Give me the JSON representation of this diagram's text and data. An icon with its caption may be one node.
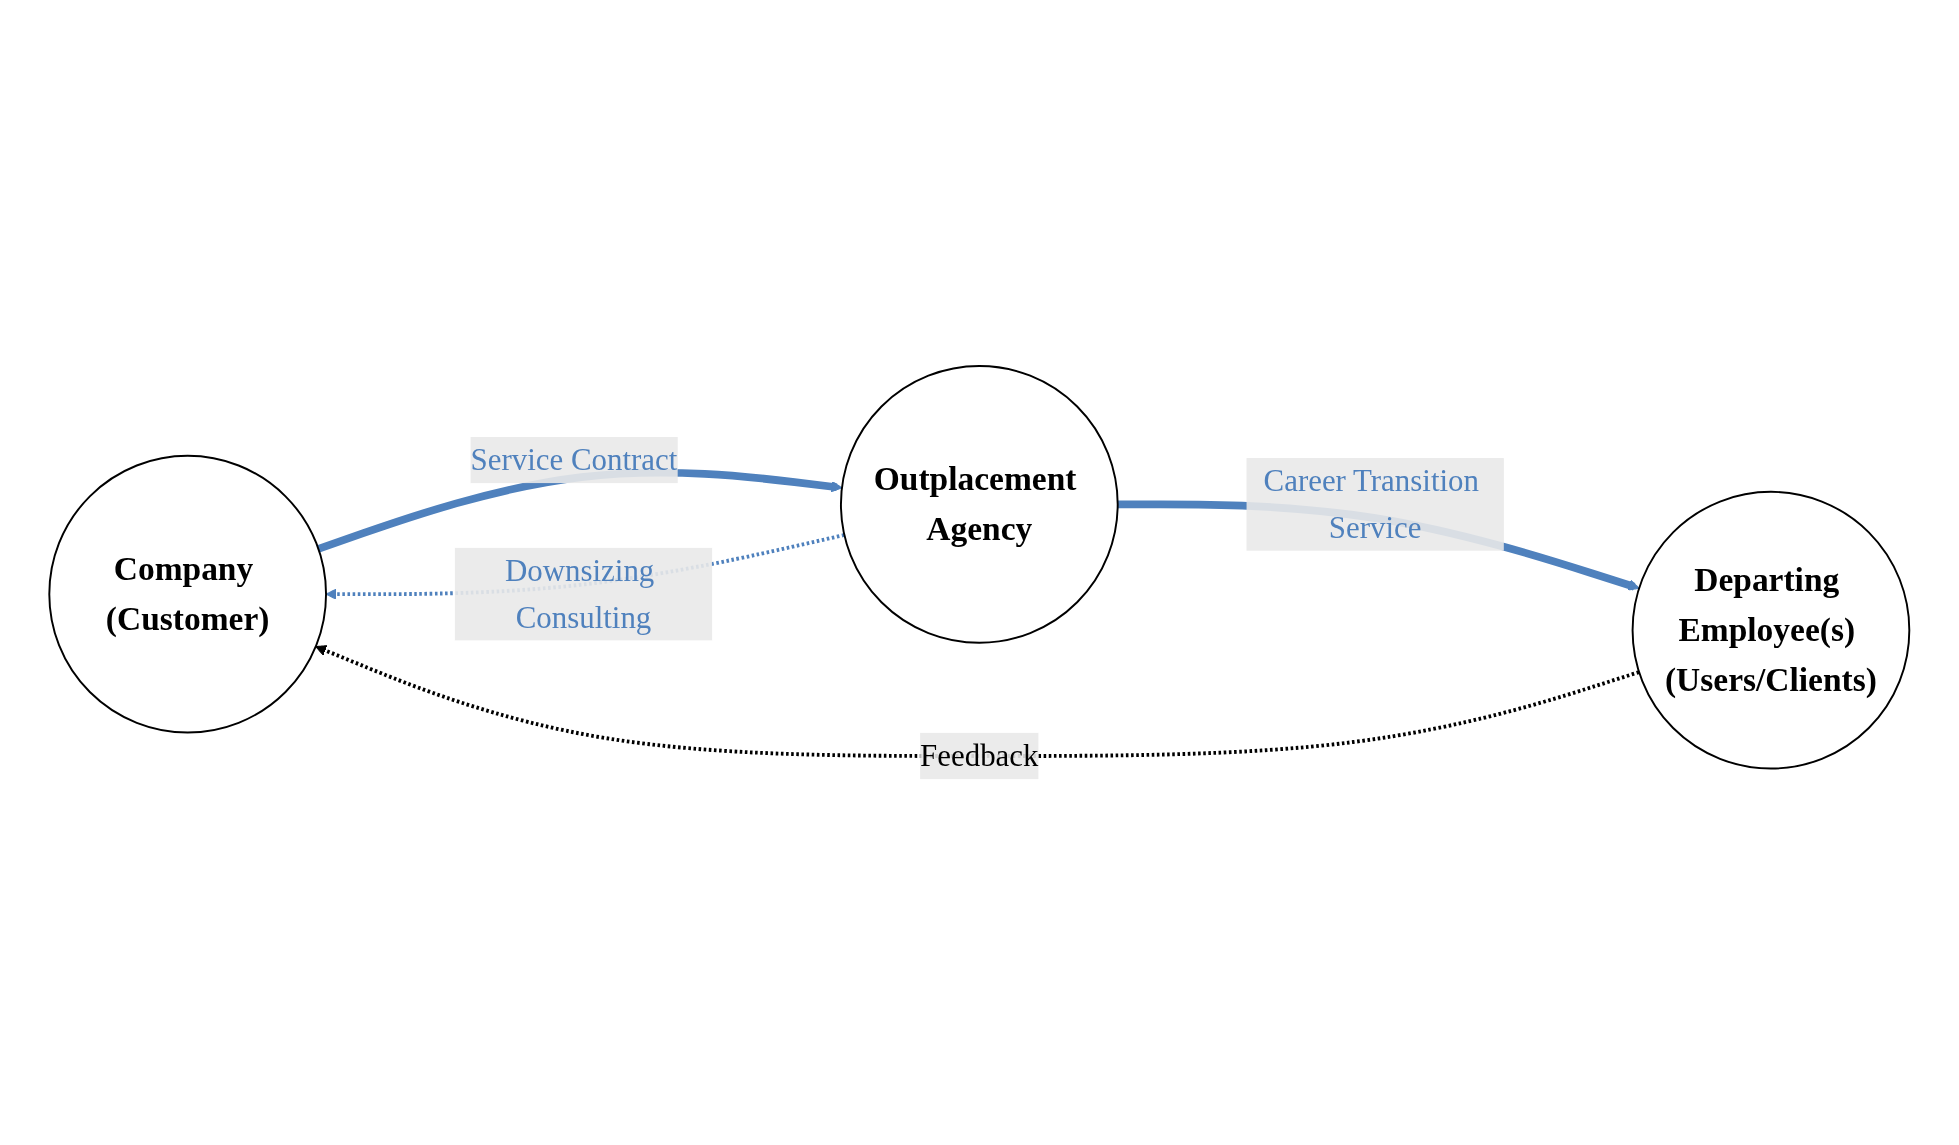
{
  "diagram": {
    "nodes": [
      {
        "text": [
          "Company (Customer)"
        ]
      },
      {
        "text": [
          "Outplacement Agency"
        ]
      },
      {
        "text": [
          "Departing Employee(s) (Users/Clients)"
        ]
      }
    ],
    "edges": [
      {
        "from": 0,
        "to": 1,
        "arrow": "to",
        "label": "Service Contract",
        "style": "thick"
      },
      {
        "from": 1,
        "to": 0,
        "arrow": "to",
        "label": "Downsizing Consulting",
        "style": "dashed"
      },
      {
        "from": 1,
        "to": 2,
        "arrow": "to",
        "label": "Career Transition Service",
        "style": "thick"
      },
      {
        "from": 2,
        "to": 0,
        "arrow": "to",
        "label": "Feedback",
        "style": "dashed",
        "color": "#000000"
      }
    ]
  }
}
